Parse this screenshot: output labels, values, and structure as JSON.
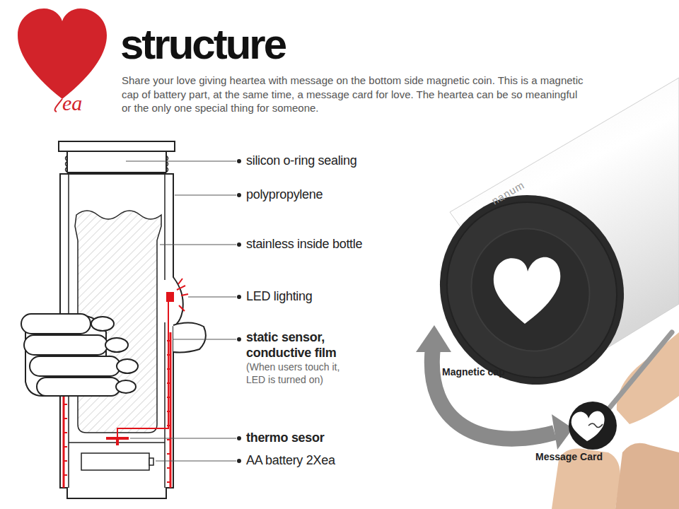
{
  "diagram": {
    "title": "structure",
    "caption": "Share your love giving heartea  with message on the bottom side magnetic coin. This is a magnetic cap of battery part, at the same time, a message card for love. The heartea can be so meaningful or the only one special thing for someone.",
    "labels": [
      "ea",
      "silicon o-ring sealing",
      "polypropylene",
      "stainless inside bottle",
      "LED lighting",
      "static sensor, conductive film",
      "(When users touch it, LED is turned on)",
      "thermo sesor",
      "AA battery 2Xea",
      "nanum",
      "Magnetic cap",
      "Message Card"
    ]
  }
}
